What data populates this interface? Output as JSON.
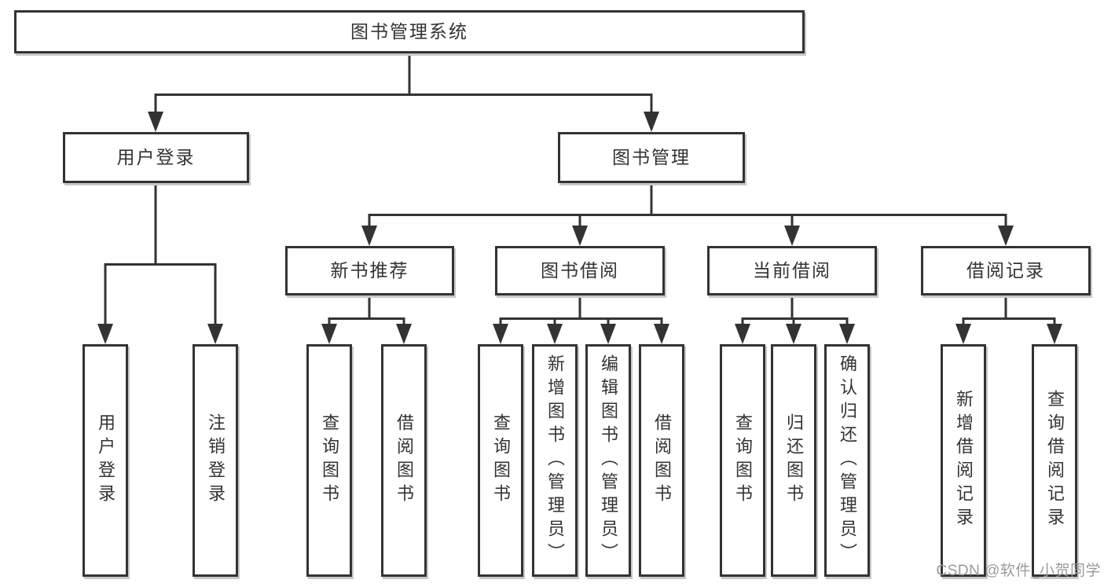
{
  "palette": {
    "ink": "#333333",
    "background": "#ffffff",
    "box_shadow": "#c8c8c8",
    "watermark_gray": "#9a9a9a"
  },
  "watermark": {
    "text": "CSDN @软件_小贺同学"
  },
  "tree": {
    "root": {
      "label": "图书管理系统",
      "children": [
        {
          "label": "用户登录",
          "children": [
            {
              "label": "用户登录"
            },
            {
              "label": "注销登录"
            }
          ]
        },
        {
          "label": "图书管理",
          "children": [
            {
              "label": "新书推荐",
              "children": [
                {
                  "label": "查询图书"
                },
                {
                  "label": "借阅图书"
                }
              ]
            },
            {
              "label": "图书借阅",
              "children": [
                {
                  "label": "查询图书"
                },
                {
                  "label": "新增图书（管理员）"
                },
                {
                  "label": "编辑图书（管理员）"
                },
                {
                  "label": "借阅图书"
                }
              ]
            },
            {
              "label": "当前借阅",
              "children": [
                {
                  "label": "查询图书"
                },
                {
                  "label": "归还图书"
                },
                {
                  "label": "确认归还（管理员）"
                }
              ]
            },
            {
              "label": "借阅记录",
              "children": [
                {
                  "label": "新增借阅记录"
                },
                {
                  "label": "查询借阅记录"
                }
              ]
            }
          ]
        }
      ]
    }
  }
}
